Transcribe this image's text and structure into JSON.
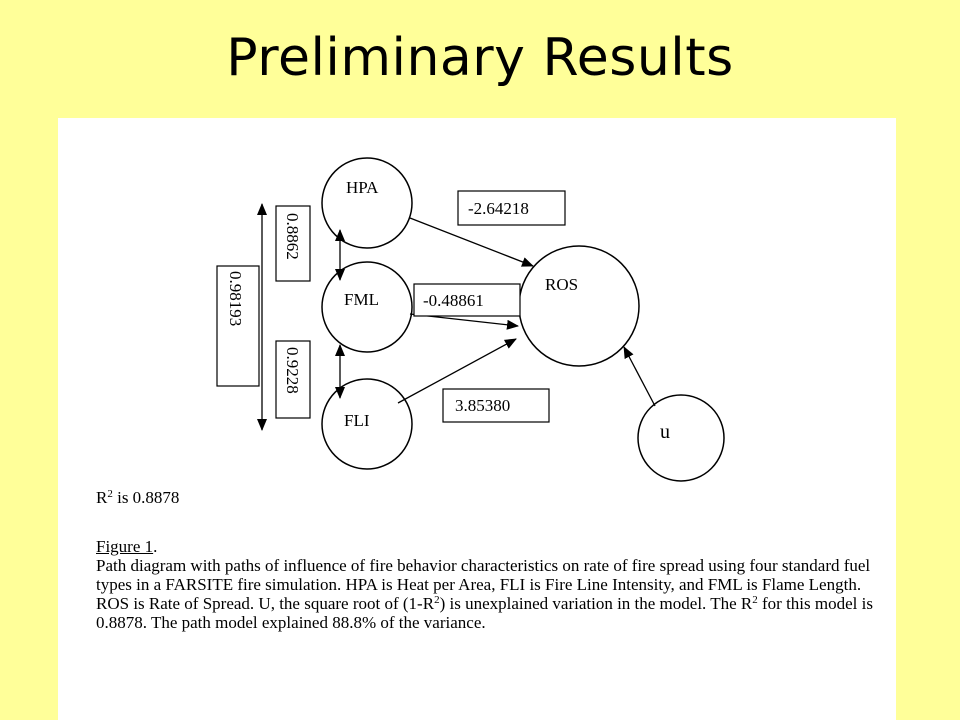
{
  "slide": {
    "title": "Preliminary Results"
  },
  "diagram": {
    "nodes": {
      "hpa": "HPA",
      "fml": "FML",
      "fli": "FLI",
      "ros": "ROS",
      "u": "u"
    },
    "path_coefficients": {
      "hpa_ros": "-2.64218",
      "fml_ros": "-0.48861",
      "fli_ros": "3.85380"
    },
    "correlations": {
      "hpa_fml": "0.8862",
      "fml_fli": "0.9228",
      "hpa_fli": "0.98193"
    }
  },
  "caption": {
    "r2_prefix": "R",
    "r2_sup": "2",
    "r2_suffix": " is 0.8878",
    "figure_label": "Figure 1",
    "figure_label_end": ".",
    "text_1": "Path diagram with paths of influence of fire behavior characteristics on rate of fire spread using four standard fuel types in a FARSITE fire simulation. HPA is Heat per Area, FLI is Fire Line Intensity, and FML is Flame Length.  ROS is Rate of Spread.  U, the square root of (1-R",
    "text_sup_1": "2",
    "text_2": ") is unexplained variation in the model.  The R",
    "text_sup_2": "2",
    "text_3": " for this model is 0.8878.  The path model explained 88.8% of the variance."
  }
}
